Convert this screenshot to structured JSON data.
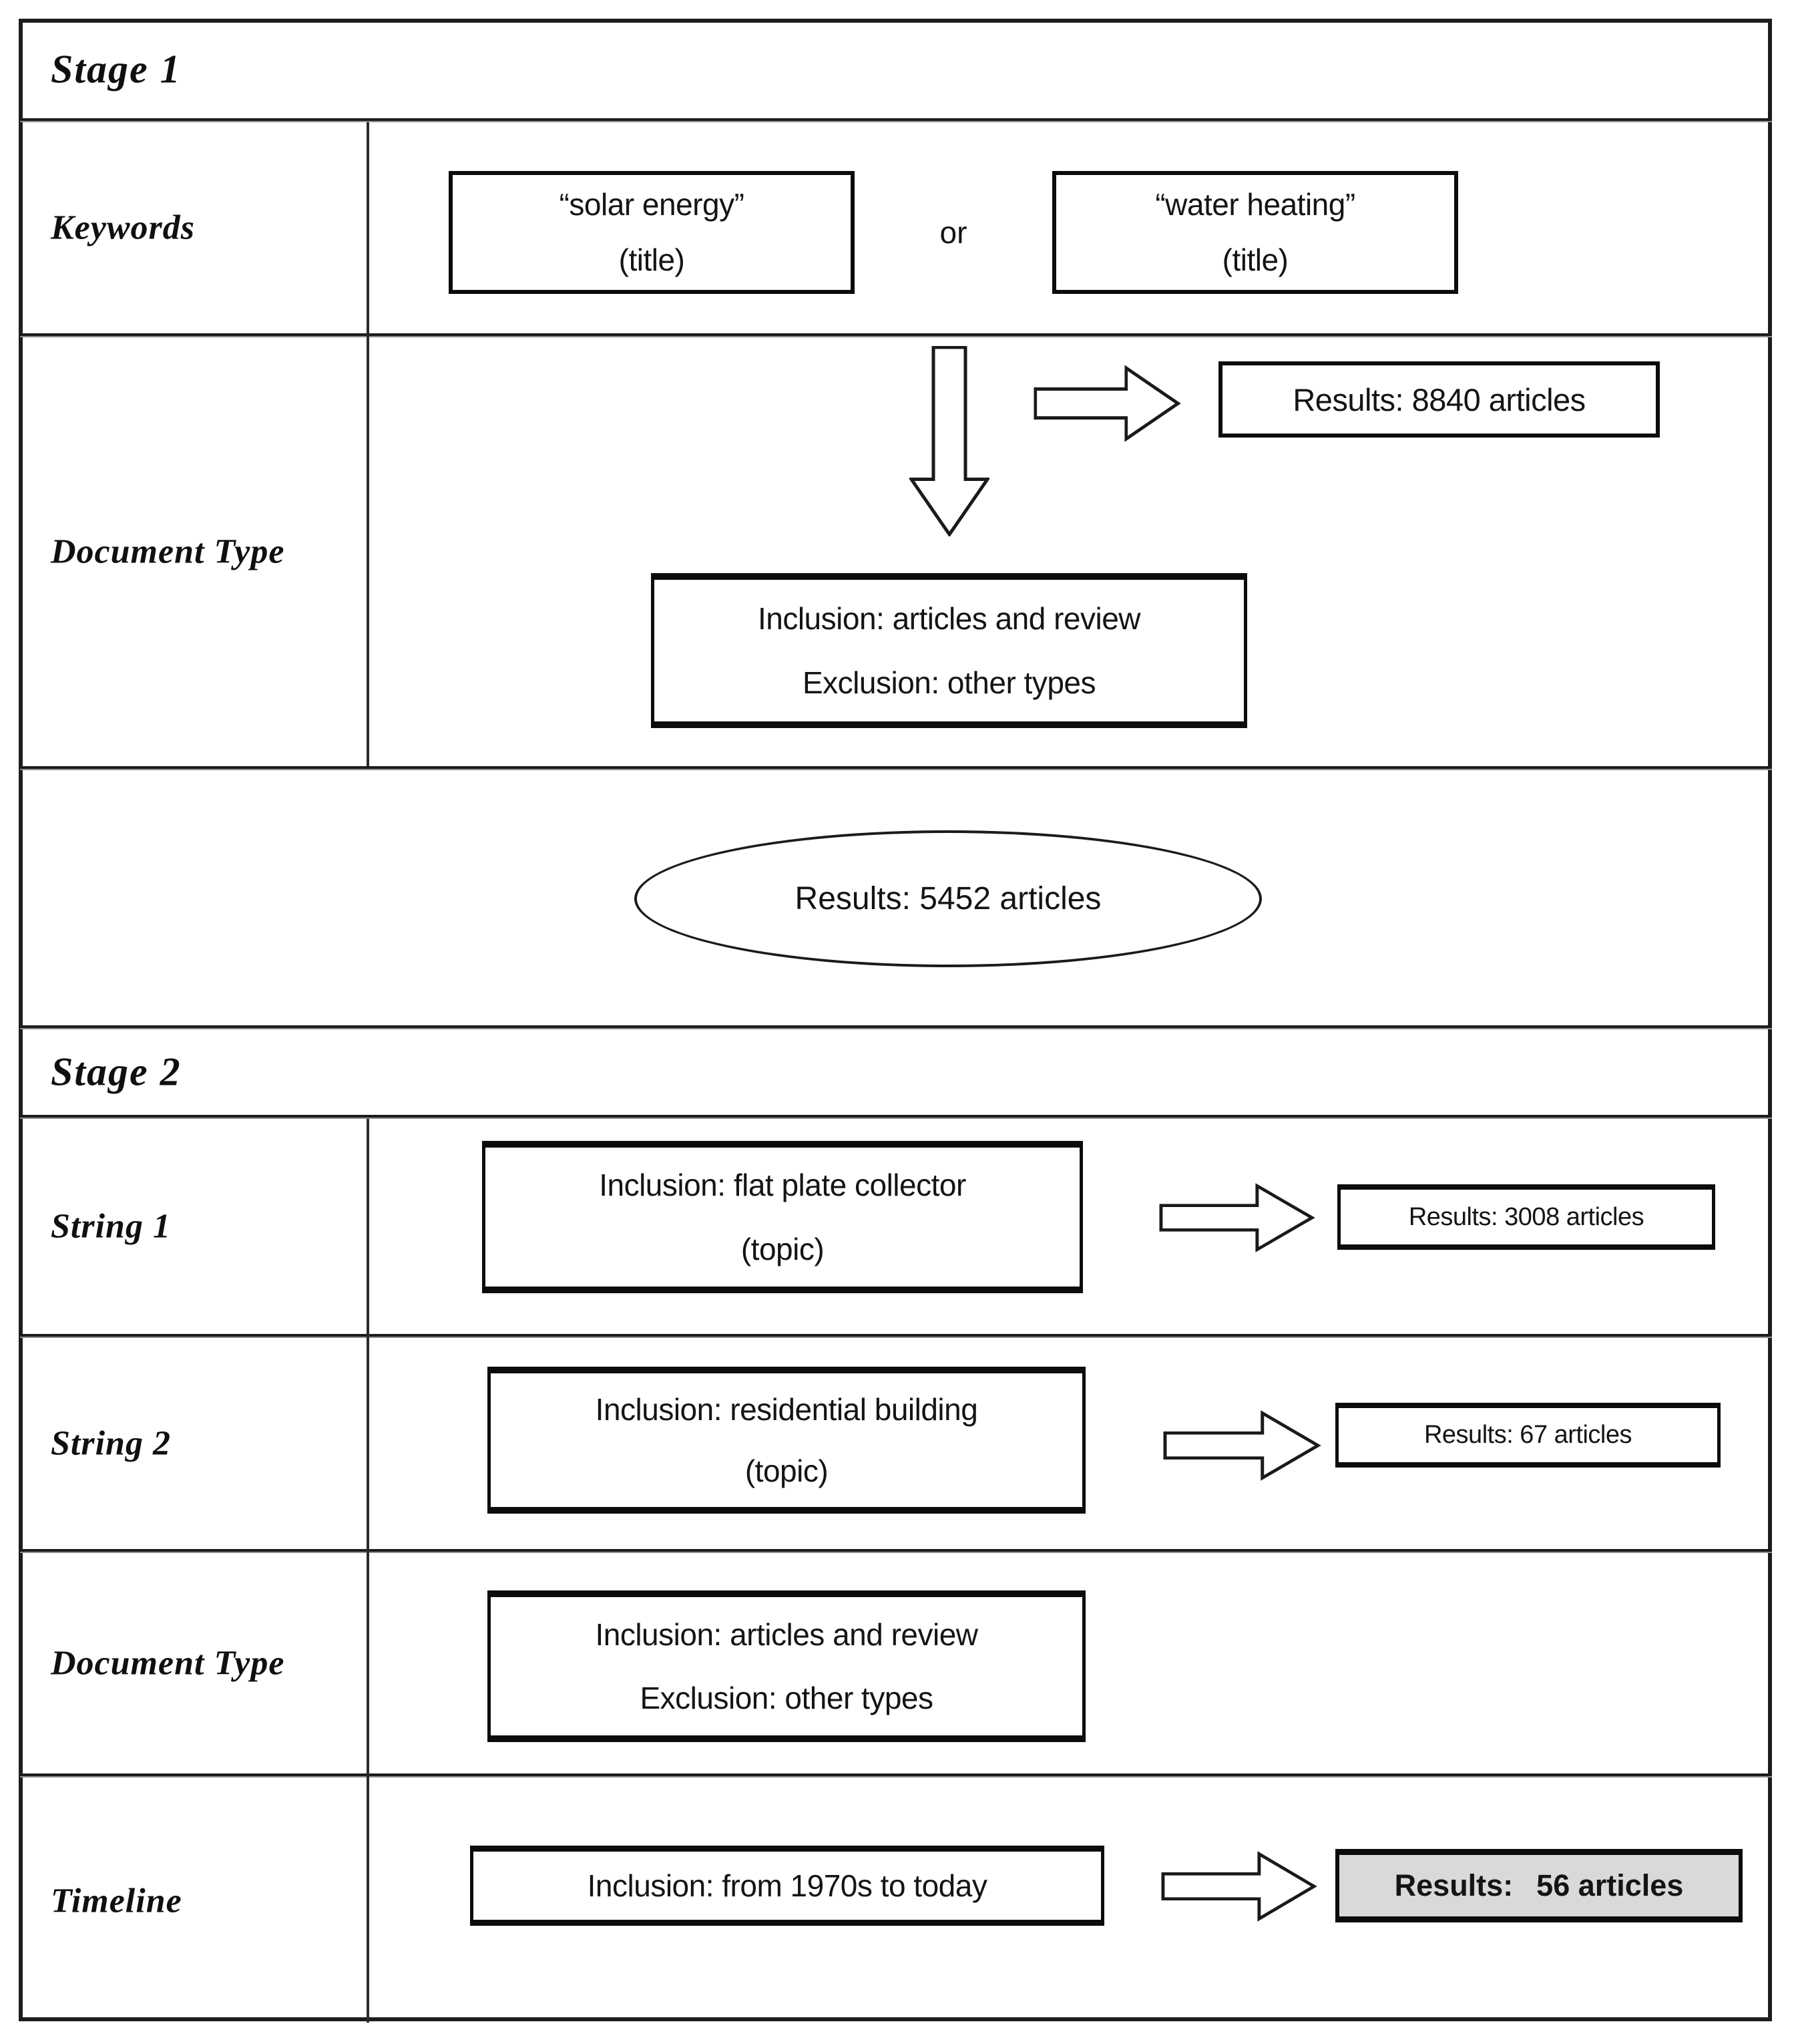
{
  "stage1": {
    "label": "Stage 1",
    "keywords": {
      "label": "Keywords",
      "box1": {
        "line1": "“solar energy”",
        "line2": "(title)"
      },
      "or": "or",
      "box2": {
        "line1": "“water heating”",
        "line2": "(title)"
      }
    },
    "document_type": {
      "label": "Document Type",
      "results": "Results: 8840 articles",
      "inclusion": "Inclusion: articles and review",
      "exclusion": "Exclusion: other types"
    },
    "results_summary": "Results: 5452 articles"
  },
  "stage2": {
    "label": "Stage 2",
    "string1": {
      "label": "String 1",
      "line1": "Inclusion: flat plate collector",
      "line2": "(topic)",
      "results": "Results: 3008 articles"
    },
    "string2": {
      "label": "String 2",
      "line1": "Inclusion: residential building",
      "line2": "(topic)",
      "results": "Results: 67 articles"
    },
    "document_type": {
      "label": "Document Type",
      "inclusion": "Inclusion: articles and review",
      "exclusion": "Exclusion: other types"
    },
    "timeline": {
      "label": "Timeline",
      "line1": "Inclusion: from 1970s to today",
      "results": "Results:  56 articles"
    }
  }
}
